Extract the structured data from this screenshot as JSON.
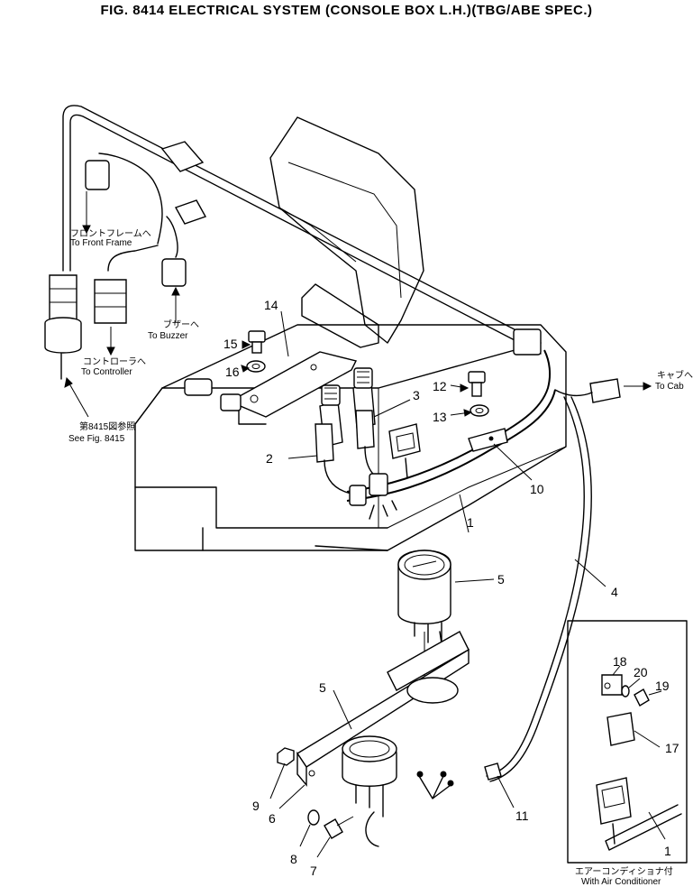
{
  "title": "FIG. 8414  ELECTRICAL SYSTEM (CONSOLE BOX L.H.)(TBG/ABE SPEC.)",
  "callouts": {
    "c1a": "1",
    "c1b": "1",
    "c2": "2",
    "c3": "3",
    "c4": "4",
    "c5a": "5",
    "c5b": "5",
    "c6": "6",
    "c7": "7",
    "c8": "8",
    "c9": "9",
    "c10": "10",
    "c11": "11",
    "c12": "12",
    "c13": "13",
    "c14": "14",
    "c15": "15",
    "c16": "16",
    "c17": "17",
    "c18": "18",
    "c19": "19",
    "c20": "20"
  },
  "notes": {
    "front_frame_jp": "フロントフレームへ",
    "front_frame_en": "To Front Frame",
    "buzzer_jp": "ブザーへ",
    "buzzer_en": "To Buzzer",
    "controller_jp": "コントローラへ",
    "controller_en": "To Controller",
    "see_fig_jp": "第8415図参照",
    "see_fig_en": "See Fig. 8415",
    "cab_jp": "キャブへ",
    "cab_en": "To Cab",
    "aircon_jp": "エアーコンディショナ付",
    "aircon_en": "With Air Conditioner"
  }
}
